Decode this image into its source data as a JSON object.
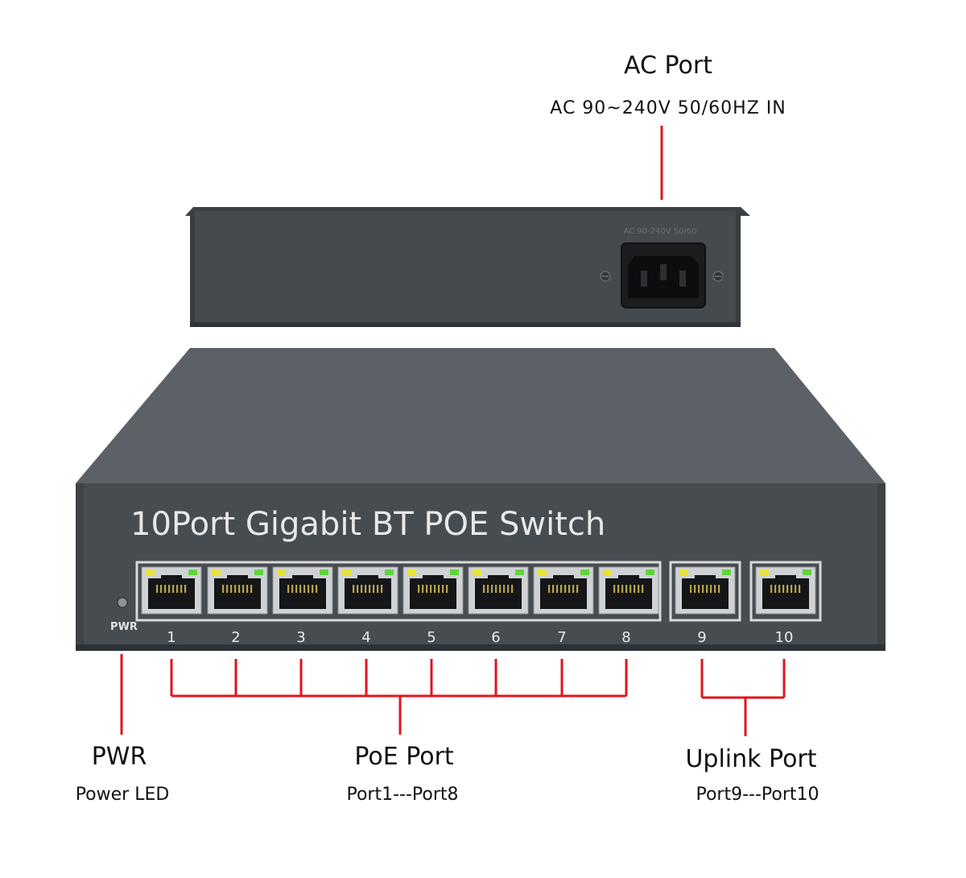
{
  "device": {
    "front_label": "10Port Gigabit BT POE Switch",
    "pwr_led_label": "PWR",
    "rear_small_text": "AC 90-240V 50/60",
    "port_numbers": [
      "1",
      "2",
      "3",
      "4",
      "5",
      "6",
      "7",
      "8",
      "9",
      "10"
    ]
  },
  "callouts": {
    "ac": {
      "title": "AC Port",
      "subtitle": "AC 90~240V 50/60HZ IN"
    },
    "pwr": {
      "title": "PWR",
      "subtitle": "Power LED"
    },
    "poe": {
      "title": "PoE Port",
      "subtitle": "Port1---Port8"
    },
    "uplink": {
      "title": "Uplink Port",
      "subtitle": "Port9---Port10"
    }
  },
  "colors": {
    "callout_line": "#e0141e",
    "chassis_body": "#4b5055",
    "chassis_top": "#5a6066",
    "chassis_edge": "#2e3236",
    "front_text": "#e8e8e8",
    "led_yellow": "#e6e23a",
    "led_green": "#5fd43c"
  }
}
